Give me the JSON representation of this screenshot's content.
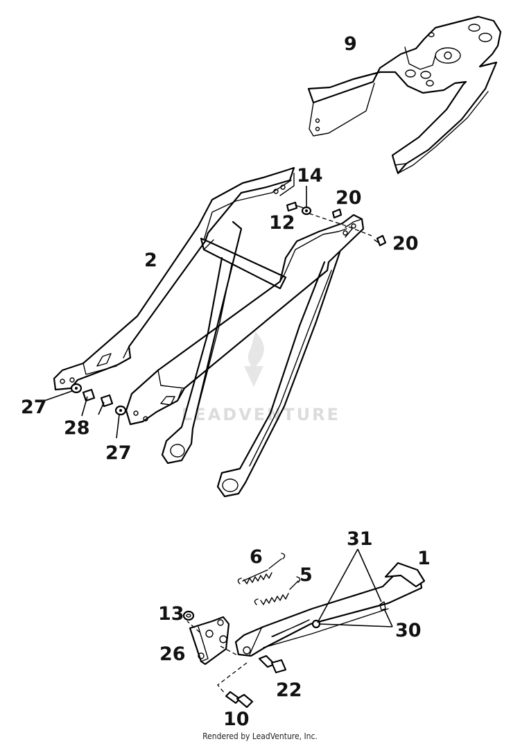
{
  "callouts": {
    "n9": "9",
    "n14": "14",
    "n20a": "20",
    "n12": "12",
    "n20b": "20",
    "n2": "2",
    "n27a": "27",
    "n28": "28",
    "n27b": "27",
    "n31": "31",
    "n1": "1",
    "n6": "6",
    "n5": "5",
    "n13": "13",
    "n30": "30",
    "n26": "26",
    "n22": "22",
    "n10": "10"
  },
  "watermark": "LEADVENTURE",
  "footer": "Rendered by LeadVenture, Inc.",
  "colors": {
    "line": "#000000",
    "watermark": "#dcdcdc",
    "background": "#ffffff"
  }
}
